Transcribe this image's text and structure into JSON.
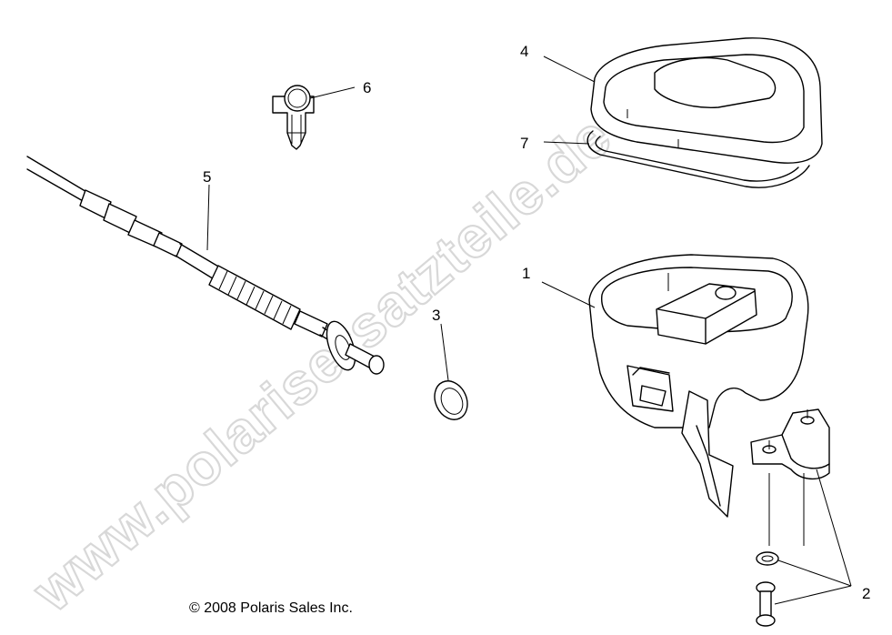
{
  "watermark": "www.polarisersatzteile.de",
  "copyright": "© 2008 Polaris Sales Inc.",
  "callouts": {
    "c1": "1",
    "c2": "2",
    "c3": "3",
    "c4": "4",
    "c5": "5",
    "c6": "6",
    "c7": "7"
  }
}
